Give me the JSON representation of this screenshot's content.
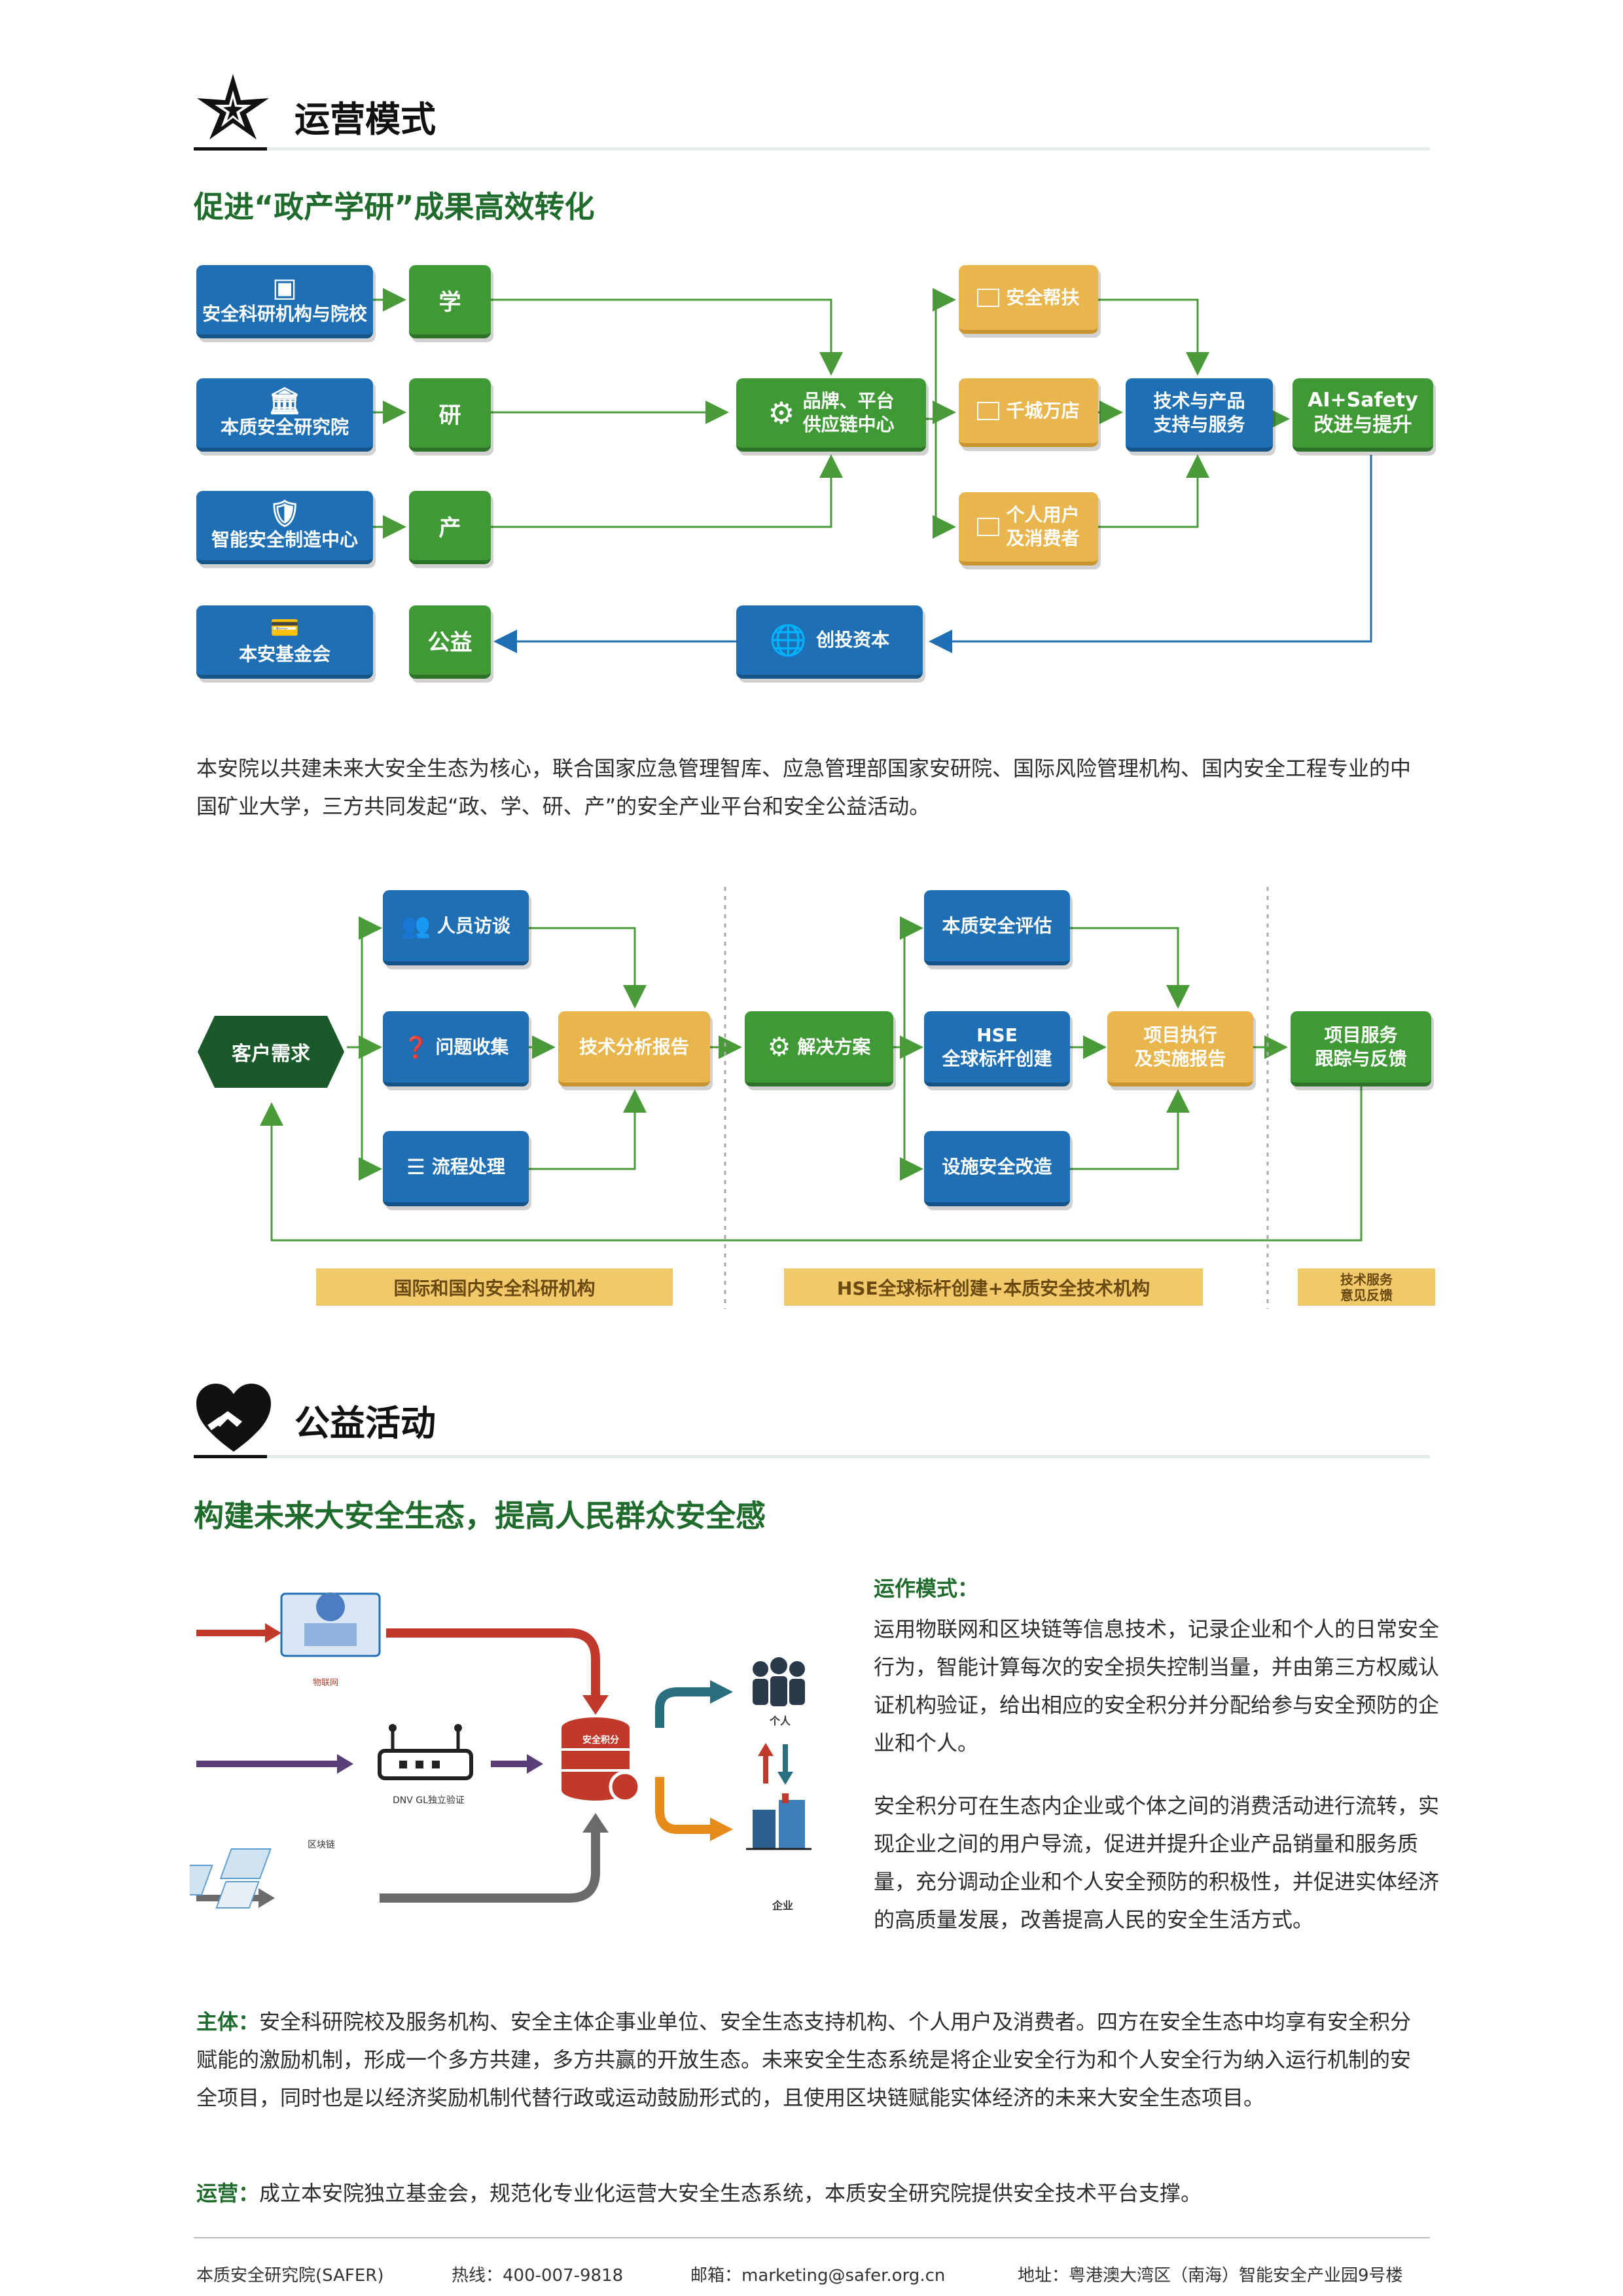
{
  "section1": {
    "title": "运营模式",
    "subtitle": "促进“政产学研”成果高效转化",
    "flow1": {
      "left_boxes": [
        "安全科研机构与院校",
        "本质安全研究院",
        "智能安全制造中心",
        "本安基金会"
      ],
      "green_boxes": [
        "学",
        "研",
        "产",
        "公益"
      ],
      "hub": "品牌、平台\n供应链中心",
      "venture": "创投资本",
      "yellow_boxes": [
        "安全帮扶",
        "千城万店",
        "个人用户\n及消费者"
      ],
      "tech": "技术与产品\n支持与服务",
      "ai": "AI+Safety\n改进与提升"
    },
    "paragraph": "本安院以共建未来大安全生态为核心，联合国家应急管理智库、应急管理部国家安研院、国际风险管理机构、国内安全工程专业的中国矿业大学，三方共同发起“政、学、研、产”的安全产业平台和安全公益活动。",
    "flow2": {
      "customer": "客户需求",
      "steps": [
        "人员访谈",
        "问题收集",
        "流程处理"
      ],
      "report": "技术分析报告",
      "solution": "解决方案",
      "assess": [
        "本质安全评估",
        "HSE\n全球标杆创建",
        "设施安全改造"
      ],
      "execute": "项目执行\n及实施报告",
      "service": "项目服务\n跟踪与反馈",
      "bands": [
        "国际和国内安全科研机构",
        "HSE全球标杆创建+本质安全技术机构",
        "技术服务\n意见反馈"
      ]
    }
  },
  "section2": {
    "title": "公益活动",
    "subtitle": "构建未来大安全生态，提高人民群众安全感",
    "diagram": {
      "iot": "物联网",
      "dnv": "DNV GL独立验证",
      "blockchain": "区块链",
      "points": "安全积分",
      "person": "个人",
      "enterprise": "企业"
    },
    "ops_label": "运作模式：",
    "ops_text1": "运用物联网和区块链等信息技术，记录企业和个人的日常安全行为，智能计算每次的安全损失控制当量，并由第三方权威认证机构验证，给出相应的安全积分并分配给参与安全预防的企业和个人。",
    "ops_text2": "安全积分可在生态内企业或个体之间的消费活动进行流转，实现企业之间的用户导流，促进并提升企业产品销量和服务质量，充分调动企业和个人安全预防的积极性，并促进实体经济的高质量发展，改善提高人民的安全生活方式。",
    "subject_label": "主体：",
    "subject_text": "安全科研院校及服务机构、安全主体企事业单位、安全生态支持机构、个人用户及消费者。四方在安全生态中均享有安全积分赋能的激励机制，形成一个多方共建，多方共赢的开放生态。未来安全生态系统是将企业安全行为和个人安全行为纳入运行机制的安全项目，同时也是以经济奖励机制代替行政或运动鼓励形式的，且使用区块链赋能实体经济的未来大安全生态项目。",
    "operate_label": "运营：",
    "operate_text": "成立本安院独立基金会，规范化专业化运营大安全生态系统，本质安全研究院提供安全技术平台支撑。"
  },
  "footer": {
    "org": "本质安全研究院(SAFER)",
    "hotline": "热线：400-007-9818",
    "email": "邮箱：marketing@safer.org.cn",
    "address": "地址：粤港澳大湾区（南海）智能安全产业园9号楼"
  },
  "colors": {
    "blue": "#1f6fb5",
    "green": "#3f9a35",
    "yellow": "#e8b64d",
    "darkgreen": "#1a5a2a",
    "title_green": "#1e6b2c"
  }
}
